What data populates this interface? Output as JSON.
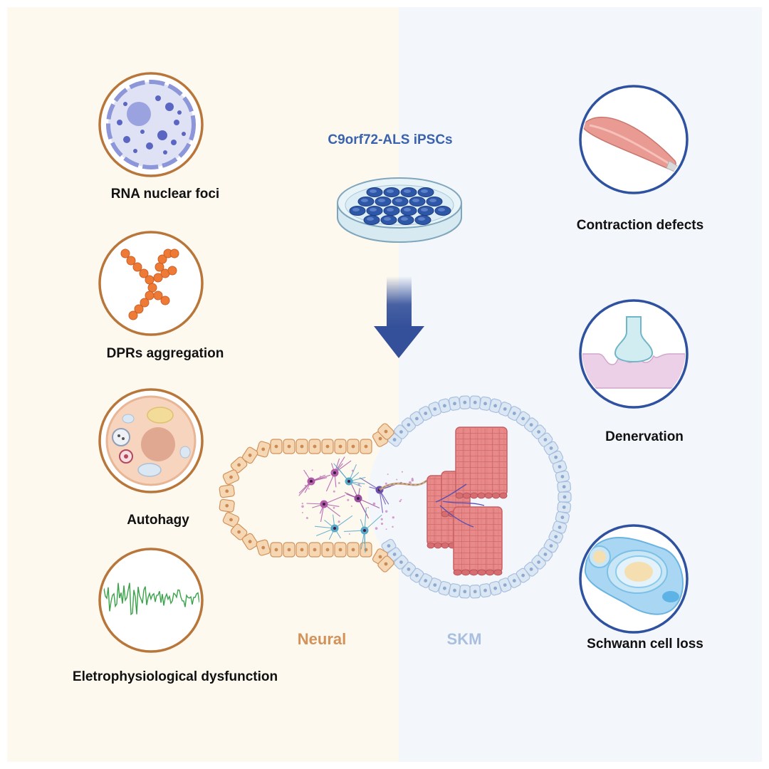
{
  "title": "C9orf72-ALS iPSCs",
  "left_panel": {
    "items": [
      {
        "label": "RNA nuclear foci",
        "icon": "rna-foci-nucleus-icon"
      },
      {
        "label": "DPRs aggregation",
        "icon": "dpr-aggregate-icon"
      },
      {
        "label": "Autohagy",
        "icon": "autophagy-cell-icon"
      },
      {
        "label": "Eletrophysiological dysfunction",
        "icon": "electrophysiology-trace-icon"
      }
    ],
    "ring_color": "#b8763a"
  },
  "right_panel": {
    "items": [
      {
        "label": "Contraction defects",
        "icon": "muscle-fiber-icon"
      },
      {
        "label": "Denervation",
        "icon": "neuromuscular-junction-icon"
      },
      {
        "label": "Schwann cell loss",
        "icon": "schwann-cell-icon"
      }
    ],
    "ring_color": "#2f52a0"
  },
  "organoid": {
    "neural_label": "Neural",
    "skm_label": "SKM",
    "neural_color": "#d2925a",
    "skm_color": "#a8bfe0"
  },
  "colors": {
    "left_background": "#fdf9ef",
    "right_background": "#f3f6fb",
    "title": "#3a62ad",
    "arrow": "#34509a"
  }
}
